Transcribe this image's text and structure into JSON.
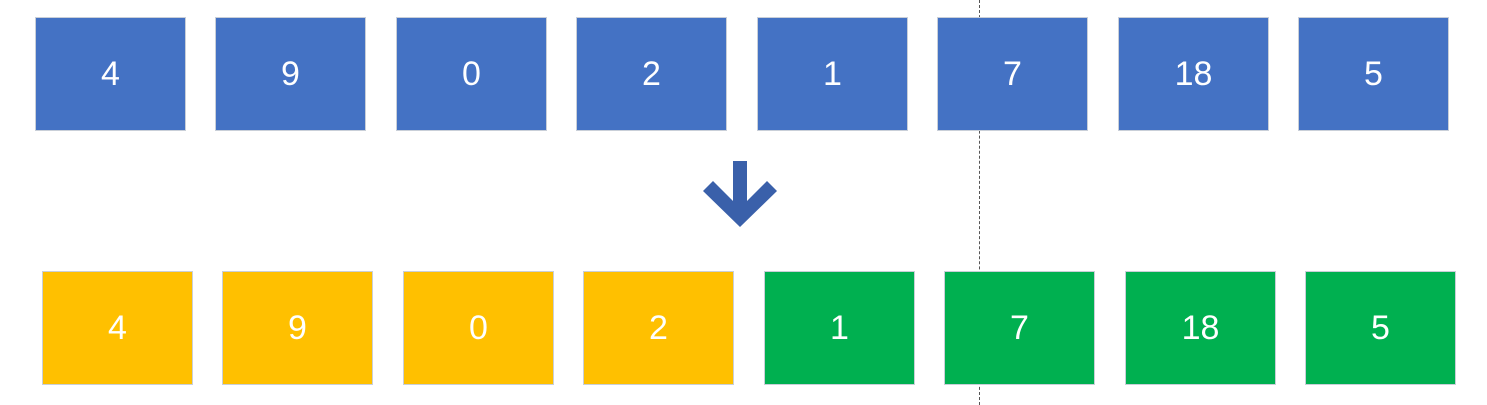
{
  "colors": {
    "input": "#4472c4",
    "left_partition": "#ffc000",
    "right_partition": "#00b050",
    "arrow": "#3a60aa"
  },
  "arrow_icon": "arrow-down-icon",
  "input_row": {
    "values": [
      "4",
      "9",
      "0",
      "2",
      "1",
      "7",
      "18",
      "5"
    ]
  },
  "output_row": {
    "left": [
      "4",
      "9",
      "0",
      "2"
    ],
    "right": [
      "1",
      "7",
      "18",
      "5"
    ]
  }
}
